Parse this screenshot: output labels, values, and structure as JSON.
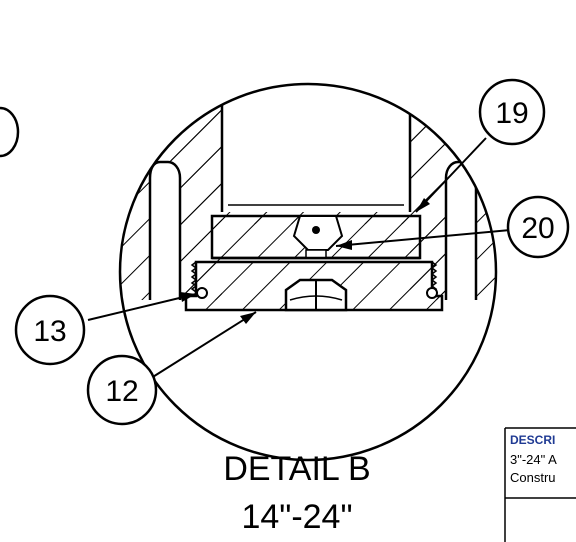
{
  "callouts": {
    "c19": "19",
    "c20": "20",
    "c13": "13",
    "c12": "12"
  },
  "detail": {
    "title": "DETAIL B",
    "range": "14\"-24\""
  },
  "title_block": {
    "heading": "DESCRI",
    "line1": "3\"-24\" A",
    "line2": "Constru"
  }
}
